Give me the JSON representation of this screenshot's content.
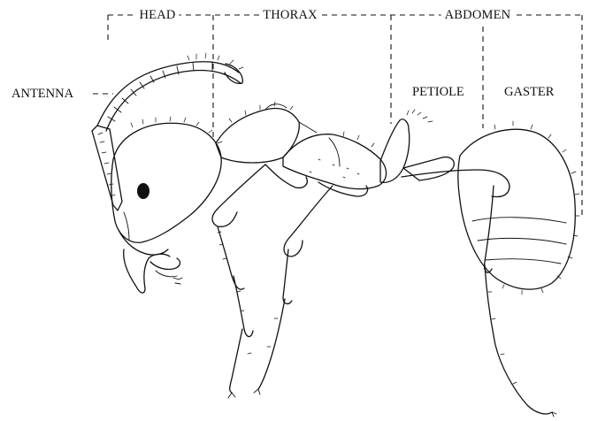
{
  "labels": {
    "head": "HEAD",
    "thorax": "THORAX",
    "abdomen": "ABDOMEN",
    "antenna": "ANTENNA",
    "petiole": "PETIOLE",
    "gaster": "GASTER"
  }
}
